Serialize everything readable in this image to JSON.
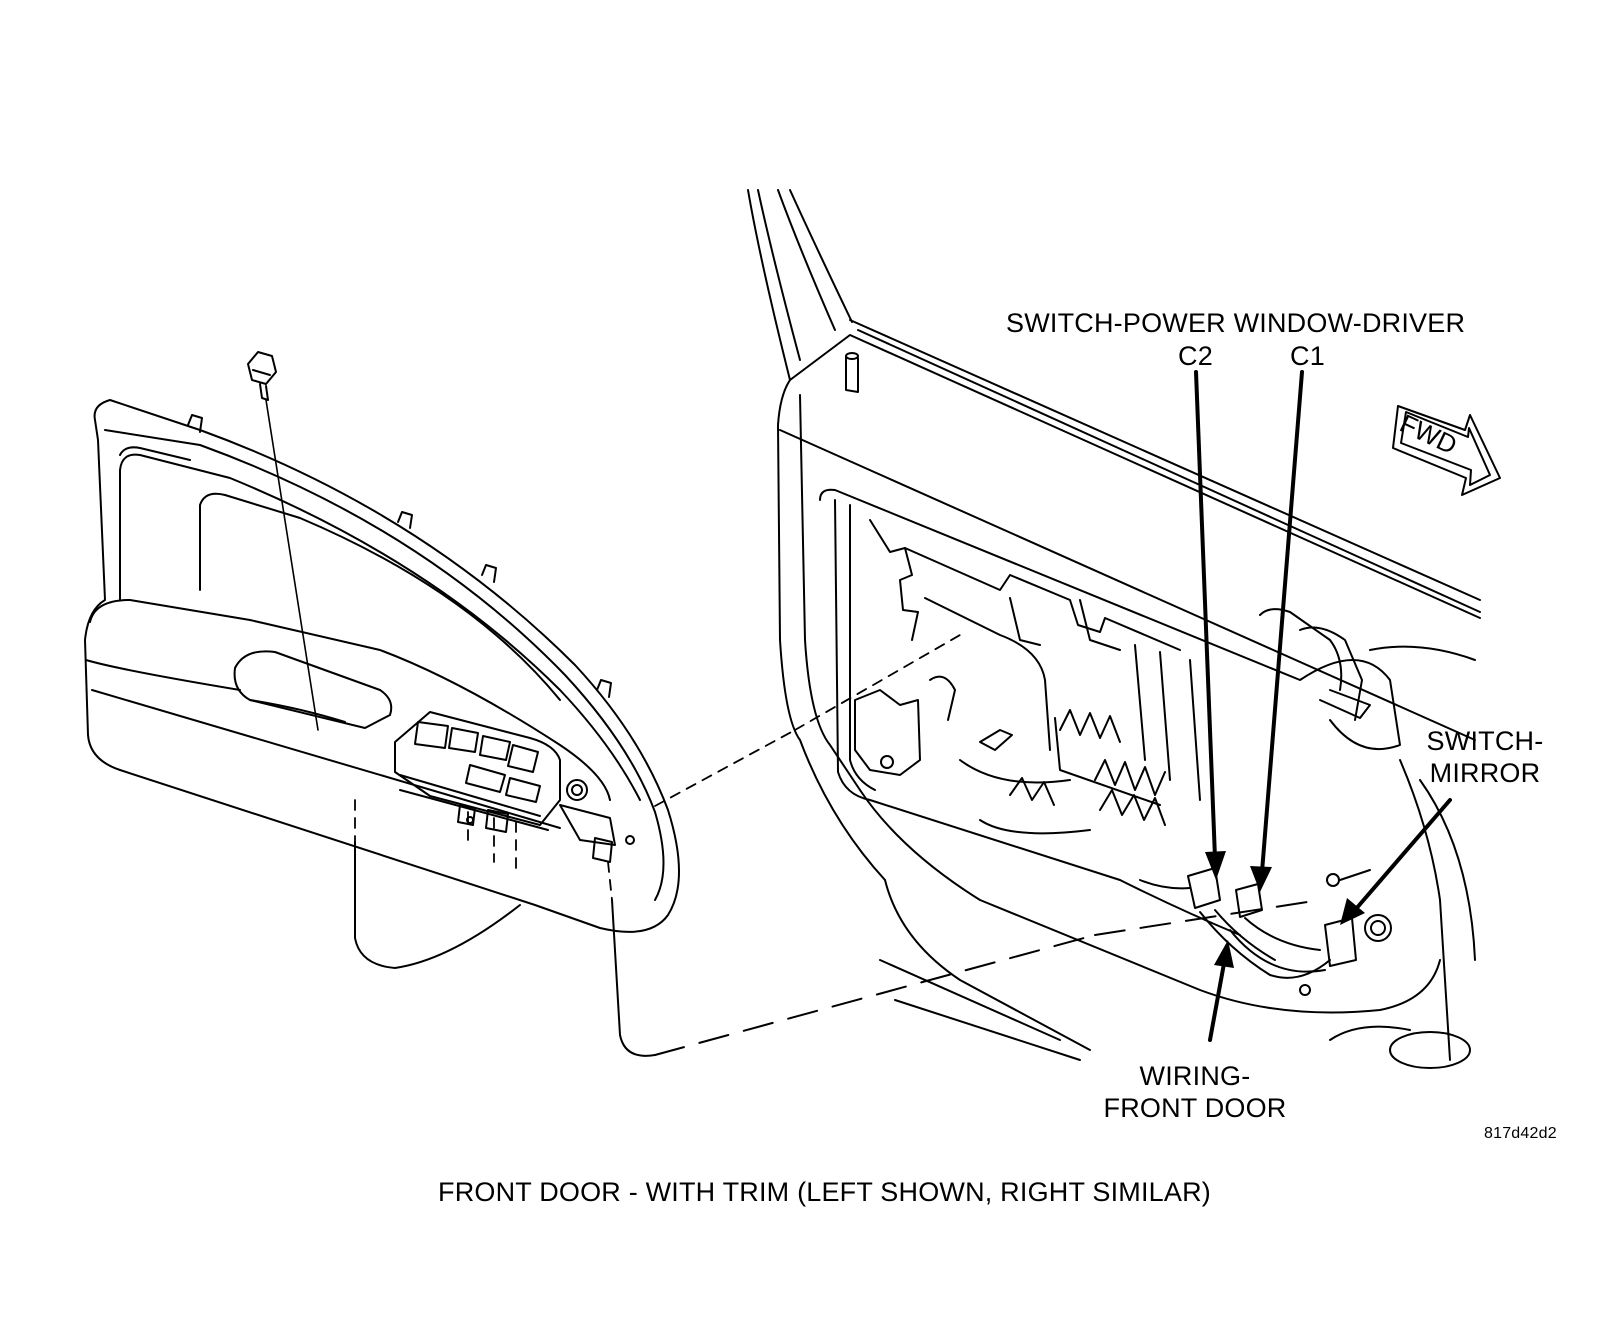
{
  "labels": {
    "switch_power_window": "SWITCH-POWER WINDOW-DRIVER",
    "c2": "C2",
    "c1": "C1",
    "switch_mirror_1": "SWITCH-",
    "switch_mirror_2": "MIRROR",
    "wiring_1": "WIRING-",
    "wiring_2": "FRONT DOOR",
    "fwd": "FWD",
    "figure_id": "817d42d2",
    "caption": "FRONT DOOR - WITH TRIM  (LEFT SHOWN, RIGHT SIMILAR)"
  },
  "style": {
    "ink": "#000000",
    "paper": "#ffffff"
  }
}
